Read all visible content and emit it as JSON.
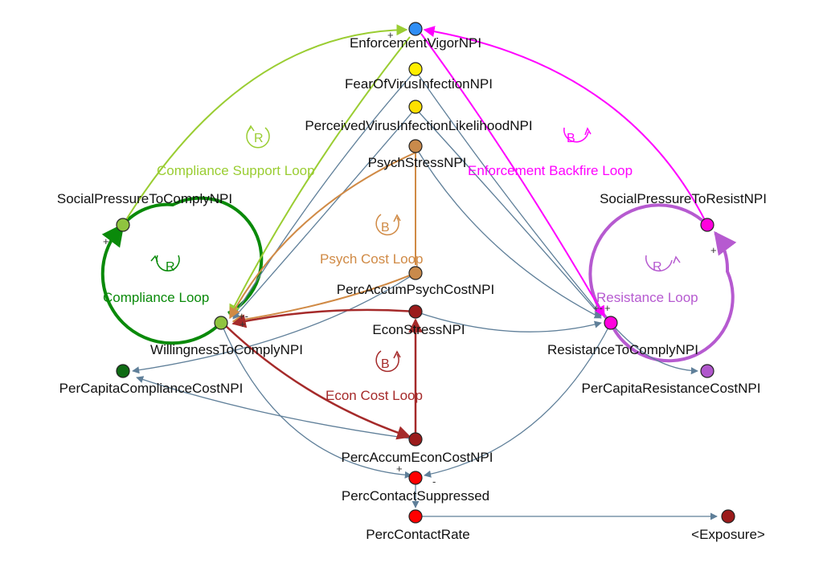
{
  "diagram": {
    "title": "",
    "nodes": {
      "enforcement_vigor": {
        "label": "EnforcementVigorNPI",
        "color": "#2f8ef5"
      },
      "fear_virus": {
        "label": "FearOfVirusInfectionNPI",
        "color": "#ffee00"
      },
      "perceived_likelihood": {
        "label": "PerceivedVirusInfectionLikelihoodNPI",
        "color": "#ffe000"
      },
      "psych_stress": {
        "label": "PsychStressNPI",
        "color": "#c98a4b"
      },
      "social_comply": {
        "label": "SocialPressureToComplyNPI",
        "color": "#8fc43f"
      },
      "social_resist": {
        "label": "SocialPressureToResistNPI",
        "color": "#ff00dd"
      },
      "perc_accum_psych": {
        "label": "PercAccumPsychCostNPI",
        "color": "#c98a4b"
      },
      "econ_stress": {
        "label": "EconStressNPI",
        "color": "#9b1b1b"
      },
      "willingness": {
        "label": "WillingnessToComplyNPI",
        "color": "#8fc43f"
      },
      "resistance": {
        "label": "ResistanceToComplyNPI",
        "color": "#ff00dd"
      },
      "percap_compliance": {
        "label": "PerCapitaComplianceCostNPI",
        "color": "#0f6b14"
      },
      "percap_resistance": {
        "label": "PerCapitaResistanceCostNPI",
        "color": "#b057cc"
      },
      "perc_accum_econ": {
        "label": "PercAccumEconCostNPI",
        "color": "#9b1b1b"
      },
      "perc_contact_suppressed": {
        "label": "PercContactSuppressed",
        "color": "#ff0000"
      },
      "perc_contact_rate": {
        "label": "PercContactRate",
        "color": "#ff0000"
      },
      "exposure": {
        "label": "<Exposure>",
        "color": "#9b1b1b"
      }
    },
    "loops": {
      "compliance_support": {
        "label": "Compliance Support Loop",
        "type": "R",
        "color": "#9acd32"
      },
      "enforcement_backfire": {
        "label": "Enforcement Backfire Loop",
        "type": "B",
        "color": "#ff00ff"
      },
      "psych_cost": {
        "label": "Psych Cost Loop",
        "type": "B",
        "color": "#d08a45"
      },
      "compliance": {
        "label": "Compliance Loop",
        "type": "R",
        "color": "#0a8a0a"
      },
      "resistance": {
        "label": "Resistance Loop",
        "type": "R",
        "color": "#b65ad0"
      },
      "econ_cost": {
        "label": "Econ Cost Loop",
        "type": "B",
        "color": "#a52a2a"
      }
    },
    "polarities": {
      "plus": "+",
      "minus": "-",
      "plus_minus": "+-"
    },
    "colors": {
      "edge_default": "#5f7f99",
      "compliance_support": "#9acd32",
      "enforcement_backfire": "#ff00ff",
      "psych": "#d08a45",
      "compliance_loop": "#0a8a0a",
      "resistance_loop": "#b65ad0",
      "econ": "#a52a2a"
    }
  }
}
